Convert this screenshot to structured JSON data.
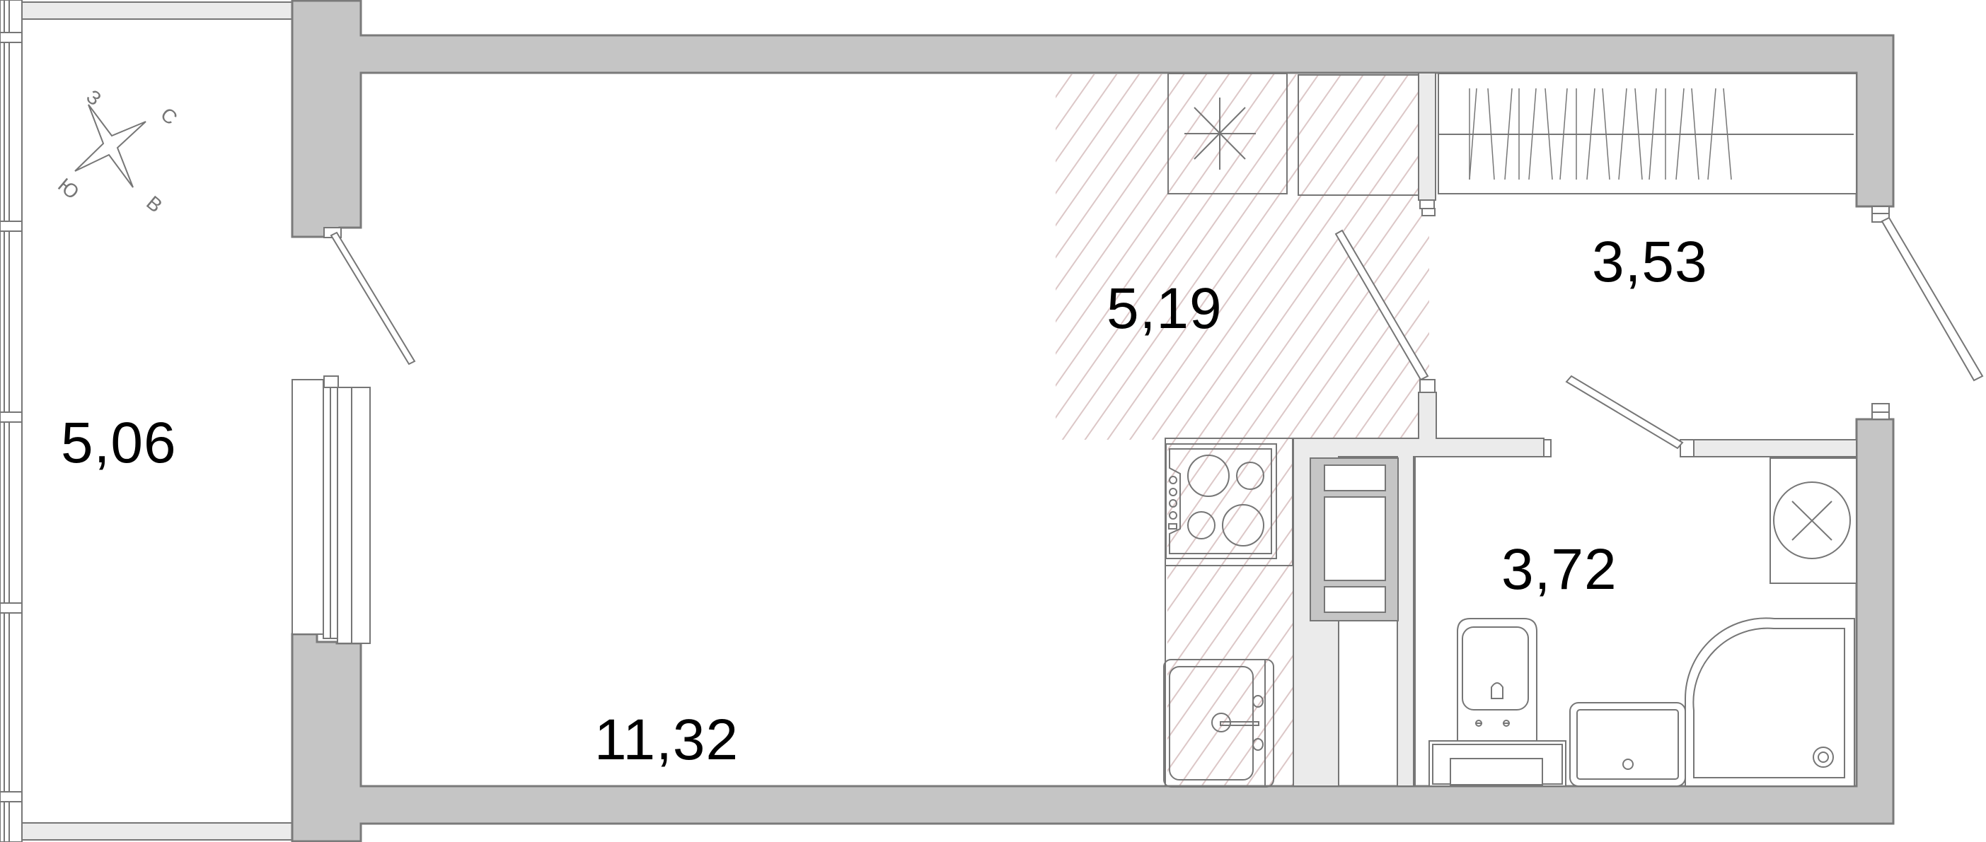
{
  "plan": {
    "type": "floor-plan",
    "colors": {
      "wall": "#c5c5c5",
      "wall_stroke": "#7a7a7a",
      "partition": "#ebebeb",
      "hatch": "#dcc7c7",
      "line": "#767676",
      "background": "#ffffff",
      "text": "#000000"
    },
    "rooms": [
      {
        "id": "balcony",
        "area": "5,06"
      },
      {
        "id": "living-room",
        "area": "11,32"
      },
      {
        "id": "kitchen",
        "area": "5,19"
      },
      {
        "id": "hallway",
        "area": "3,53"
      },
      {
        "id": "bathroom",
        "area": "3,72"
      }
    ],
    "compass": {
      "north": "С",
      "east": "В",
      "south": "Ю",
      "west": "З"
    }
  }
}
